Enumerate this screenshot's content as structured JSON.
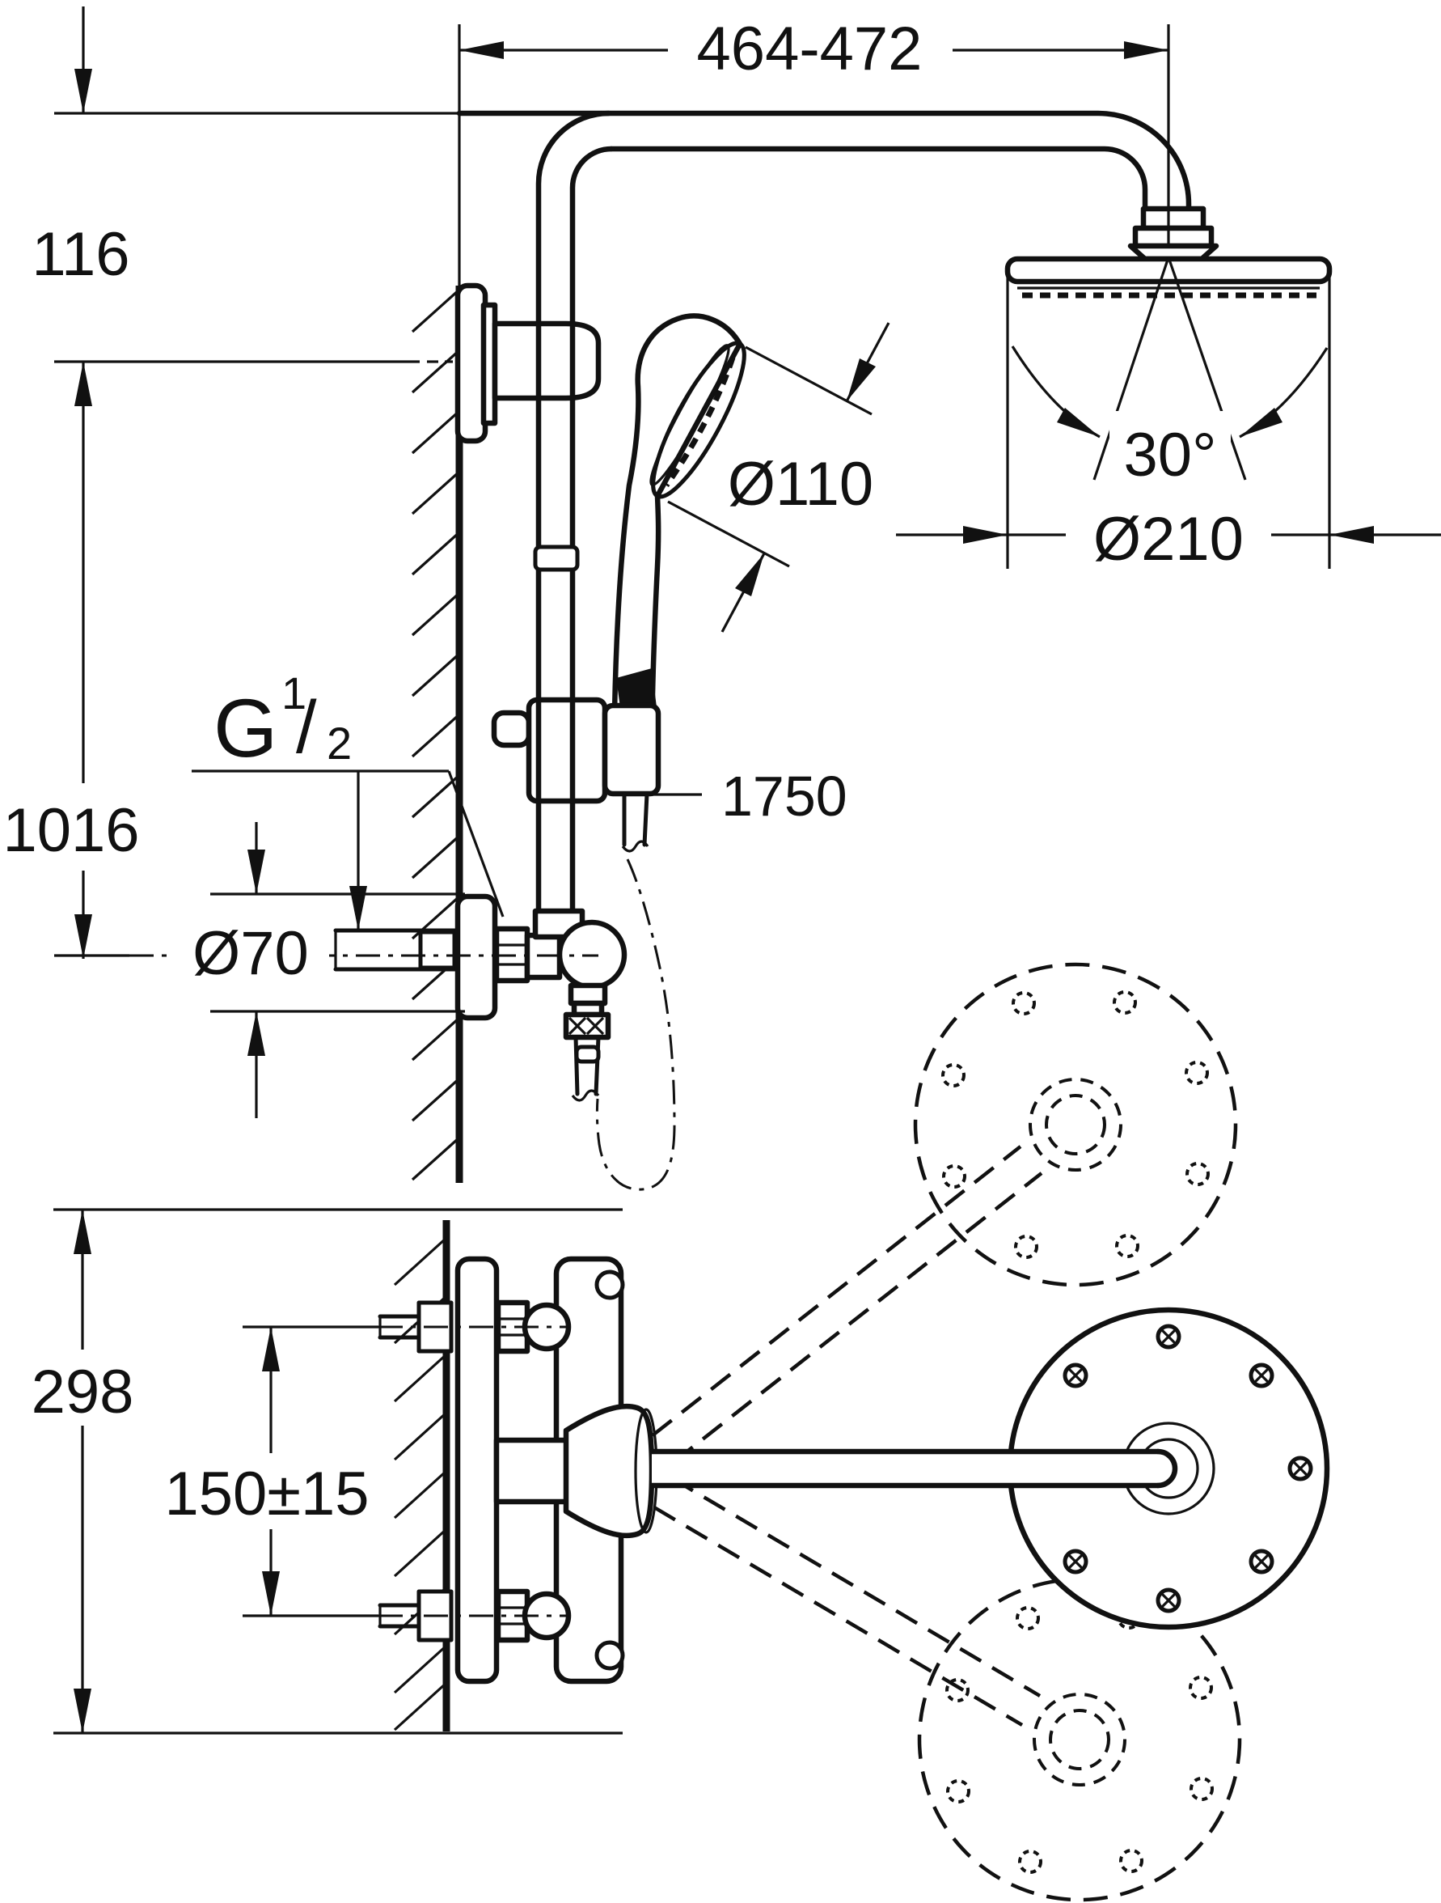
{
  "drawing": {
    "kind": "technical-dimension-drawing",
    "subject": "wall-mounted shower system with head shower, hand shower and thermostatic valve",
    "colors": {
      "line": "#111111",
      "background": "#ffffff"
    },
    "views": {
      "side_elevation": "shower system on wall (top portion)",
      "valve_side": "thermostat fixing side view (bottom left)",
      "plate_front": "head shower wall plate with alternate positions (bottom right)"
    },
    "dimensions": {
      "top_width": "464-472",
      "wall_offset": "116",
      "rail_height": "1016",
      "thread": {
        "g": "G",
        "sup": "1",
        "slash": "/",
        "sub": "2"
      },
      "dia_escutcheon": "Ø70",
      "dia_handshower": "Ø110",
      "spray_angle": "30°",
      "dia_headshower": "Ø210",
      "hose_length": "1750",
      "valve_height": "298",
      "supply_spacing": "150±15"
    }
  }
}
